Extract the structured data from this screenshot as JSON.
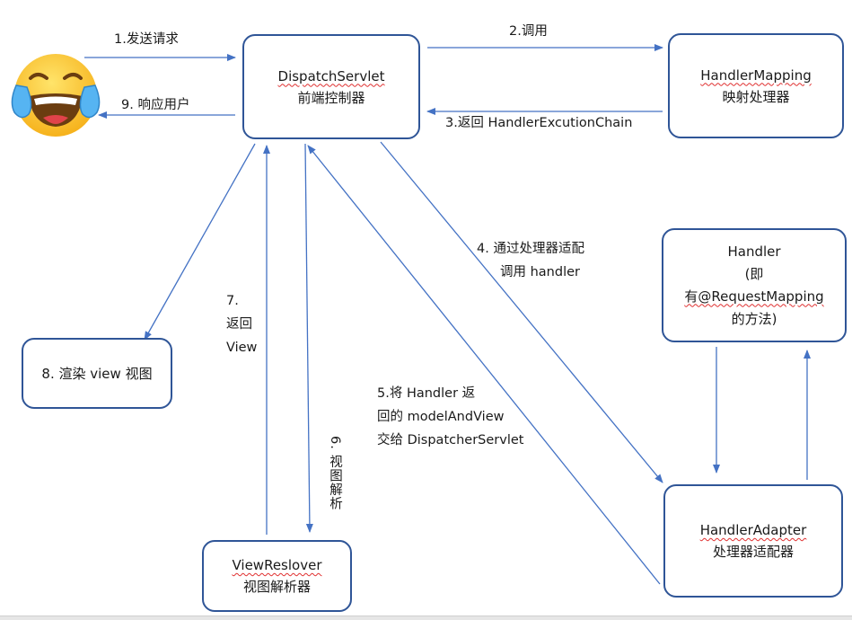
{
  "user": {
    "icon": "laughing-crying-emoji-icon"
  },
  "nodes": {
    "dispatcher": {
      "line1": "DispatchServlet",
      "line2": "前端控制器"
    },
    "mapping": {
      "line1": "HandlerMapping",
      "line2": "映射处理器"
    },
    "handler": {
      "line1": "Handler",
      "line2": "(即",
      "line3": "有@RequestMapping",
      "line4": "的方法)"
    },
    "adapter": {
      "line1": "HandlerAdapter",
      "line2": "处理器适配器"
    },
    "render": {
      "line1": "8.  渲染 view 视图"
    },
    "resolver": {
      "line1": "ViewReslover",
      "line2": "视图解析器"
    }
  },
  "steps": {
    "s1": "1.发送请求",
    "s2": "2.调用",
    "s3": "3.返回 HandlerExcutionChain",
    "s4_line1": "4.  通过处理器适配",
    "s4_line2": "调用 handler",
    "s5_line1": "5.将 Handler 返",
    "s5_line2": "回的 modelAndView",
    "s5_line3": "交给 DispatcherServlet",
    "s6": "6. 视图解析",
    "s7_line1": "7.",
    "s7_line2": "返回",
    "s7_line3": "View",
    "s9": "9.  响应用户"
  },
  "colors": {
    "arrow": "#4472c4",
    "box_border": "#2f5597",
    "spellcheck": "#e03030"
  }
}
